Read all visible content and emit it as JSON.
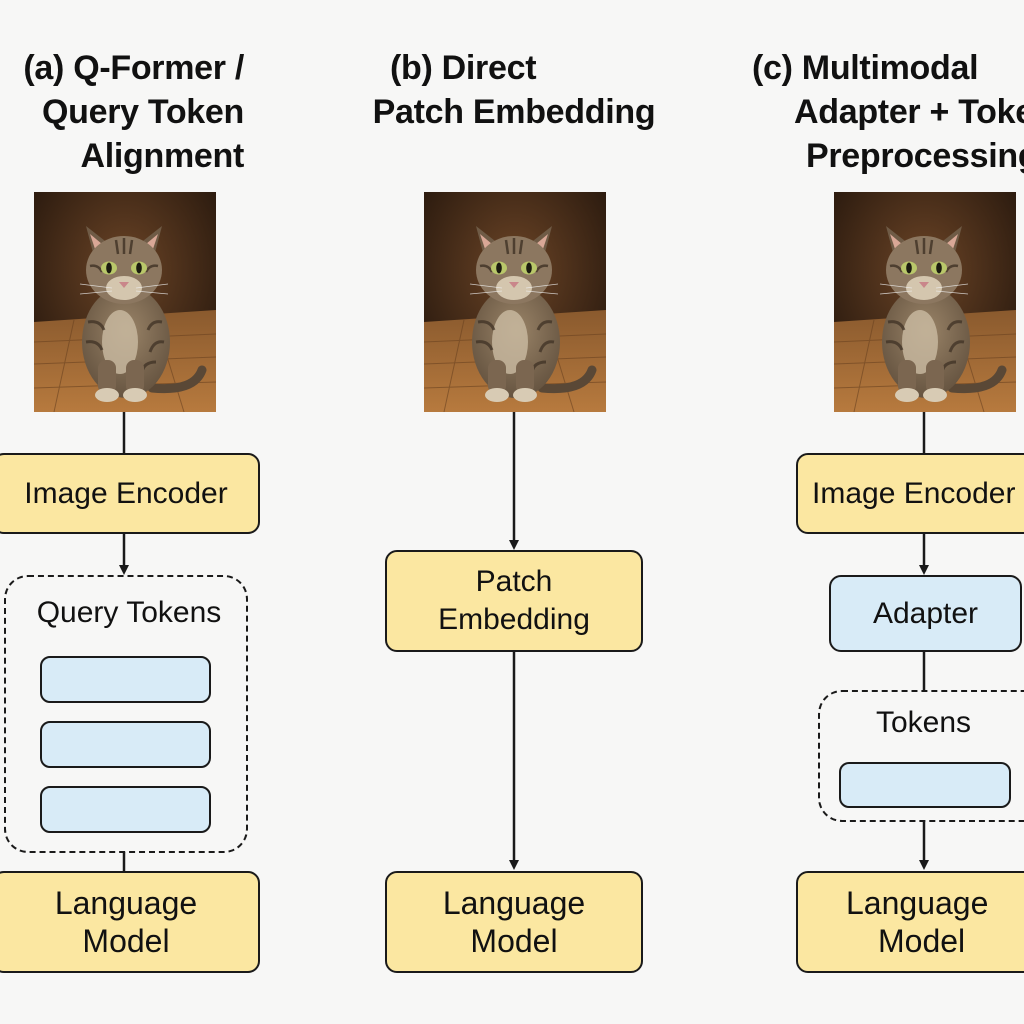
{
  "panels": [
    {
      "title_lines": [
        "(a)   Q-Former /",
        "Query Token",
        "Alignment"
      ],
      "encoder_label": "Image Encoder",
      "query_tokens_label": "Query Tokens",
      "lm_lines": [
        "Language",
        "Model"
      ]
    },
    {
      "title_lines": [
        "(b)    Direct",
        "Patch Embedding"
      ],
      "patch_lines": [
        "Patch",
        "Embedding"
      ],
      "lm_lines": [
        "Language",
        "Model"
      ]
    },
    {
      "title_lines": [
        "(c)   Multimodal",
        "Adapter + Token",
        "Preprocessing"
      ],
      "encoder_label": "Image Encoder",
      "adapter_label": "Adapter",
      "tokens_label": "Tokens",
      "lm_lines": [
        "Language",
        "Model"
      ]
    }
  ],
  "colors": {
    "module": "#fbe7a1",
    "token": "#d8ebf7",
    "stroke": "#1a1a1a"
  },
  "icons": {
    "photo": "tabby-cat-photo"
  }
}
